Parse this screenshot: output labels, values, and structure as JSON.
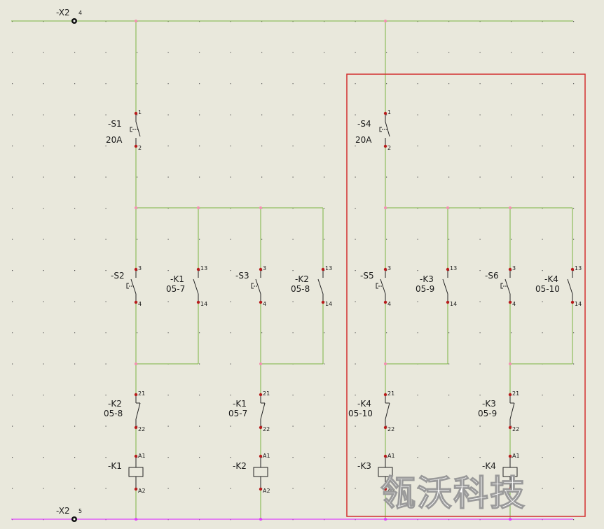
{
  "colors": {
    "background": "#e9e8dc",
    "wire": "#7cb342",
    "neutral_bus": "#e040fb",
    "pin_dot": "#b71c1c",
    "junction": "#f48fb1",
    "selection_frame": "#d32f2f",
    "grid_dot": "#555555"
  },
  "terminals": {
    "top": {
      "name": "-X2",
      "pin": "4"
    },
    "bottom": {
      "name": "-X2",
      "pin": "5"
    }
  },
  "watermark": "瓴沃科技",
  "components": {
    "s1": {
      "name": "-S1",
      "rating": "20A",
      "pin_top": "1",
      "pin_bottom": "2"
    },
    "s4": {
      "name": "-S4",
      "rating": "20A",
      "pin_top": "1",
      "pin_bottom": "2"
    },
    "s2": {
      "name": "-S2",
      "pin_top": "3",
      "pin_bottom": "4"
    },
    "k1_no": {
      "name": "-K1",
      "ref": "05-7",
      "pin_top": "13",
      "pin_bottom": "14"
    },
    "s3": {
      "name": "-S3",
      "pin_top": "3",
      "pin_bottom": "4"
    },
    "k2_no": {
      "name": "-K2",
      "ref": "05-8",
      "pin_top": "13",
      "pin_bottom": "14"
    },
    "s5": {
      "name": "-S5",
      "pin_top": "3",
      "pin_bottom": "4"
    },
    "k3_no": {
      "name": "-K3",
      "ref": "05-9",
      "pin_top": "13",
      "pin_bottom": "14"
    },
    "s6": {
      "name": "-S6",
      "pin_top": "3",
      "pin_bottom": "4"
    },
    "k4_no": {
      "name": "-K4",
      "ref": "05-10",
      "pin_top": "13",
      "pin_bottom": "14"
    },
    "k2_nc": {
      "name": "-K2",
      "ref": "05-8",
      "pin_top": "21",
      "pin_bottom": "22"
    },
    "k1_nc": {
      "name": "-K1",
      "ref": "05-7",
      "pin_top": "21",
      "pin_bottom": "22"
    },
    "k4_nc": {
      "name": "-K4",
      "ref": "05-10",
      "pin_top": "21",
      "pin_bottom": "22"
    },
    "k3_nc": {
      "name": "-K3",
      "ref": "05-9",
      "pin_top": "21",
      "pin_bottom": "22"
    },
    "k1_coil": {
      "name": "-K1",
      "pin_top": "A1",
      "pin_bottom": "A2"
    },
    "k2_coil": {
      "name": "-K2",
      "pin_top": "A1",
      "pin_bottom": "A2"
    },
    "k3_coil": {
      "name": "-K3",
      "pin_top": "A1",
      "pin_bottom": "A2"
    },
    "k4_coil": {
      "name": "-K4",
      "pin_top": "A1",
      "pin_bottom": "A2"
    }
  }
}
